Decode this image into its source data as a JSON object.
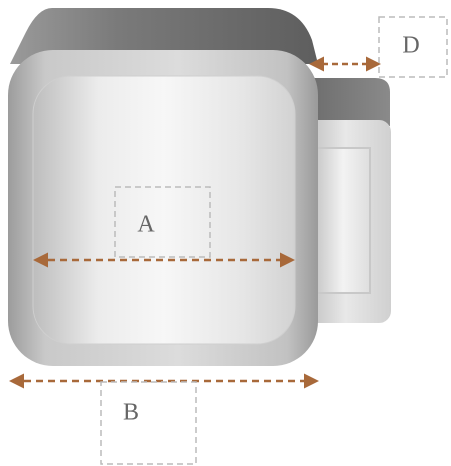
{
  "diagram": {
    "labels": {
      "inner_width": "A",
      "outer_width": "B",
      "handle_gap": "D"
    },
    "colors": {
      "arrow": "#a8693a",
      "label_box_border": "#bbbbbb",
      "label_text": "#666666",
      "body_light": "#f4f4f4",
      "body_dark": "#8e8e8e"
    }
  }
}
